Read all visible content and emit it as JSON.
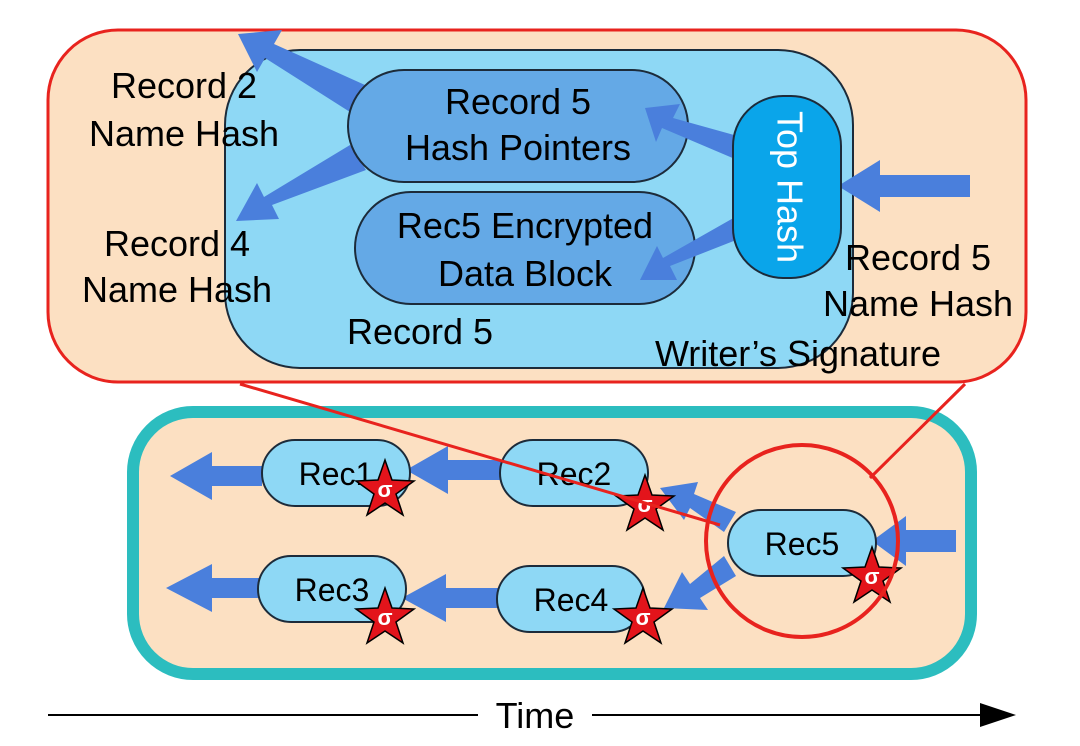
{
  "colors": {
    "panel_fill": "#fce0c2",
    "panel_border": "#e8231e",
    "record_fill": "#8ed8f5",
    "record_border": "#1c2b3a",
    "inner_block_fill": "#64a9e6",
    "top_hash_fill": "#0aa5ea",
    "arrow": "#4a7fdc",
    "timeline_border": "#2cbdbf",
    "star_fill": "#e3141b",
    "zoom_line": "#e8231e"
  },
  "detail": {
    "record2_name_hash": [
      "Record 2",
      "Name Hash"
    ],
    "record4_name_hash": [
      "Record 4",
      "Name Hash"
    ],
    "record5_name_hash": [
      "Record 5",
      "Name Hash"
    ],
    "hash_pointers": [
      "Record 5",
      "Hash Pointers"
    ],
    "data_block": [
      "Rec5 Encrypted",
      "Data Block"
    ],
    "top_hash": "Top Hash",
    "record_label": "Record 5",
    "writer_signature": "Writer’s Signature"
  },
  "timeline": {
    "records": [
      "Rec1",
      "Rec2",
      "Rec3",
      "Rec4",
      "Rec5"
    ],
    "signature_symbol": "σ",
    "time_label": "Time"
  }
}
